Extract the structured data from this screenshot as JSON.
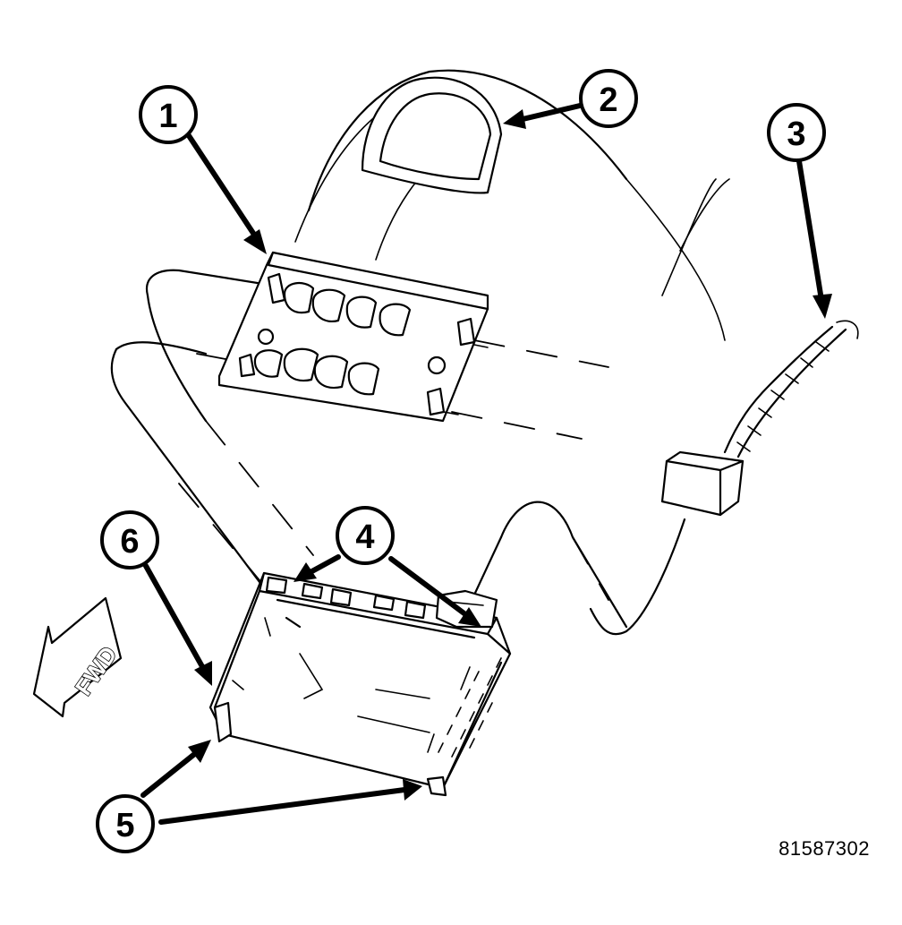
{
  "figure": {
    "id_label": "81587302"
  },
  "direction_indicator": {
    "label": "FWD"
  },
  "callouts": [
    {
      "number": "1"
    },
    {
      "number": "2"
    },
    {
      "number": "3"
    },
    {
      "number": "4"
    },
    {
      "number": "5"
    },
    {
      "number": "6"
    }
  ]
}
